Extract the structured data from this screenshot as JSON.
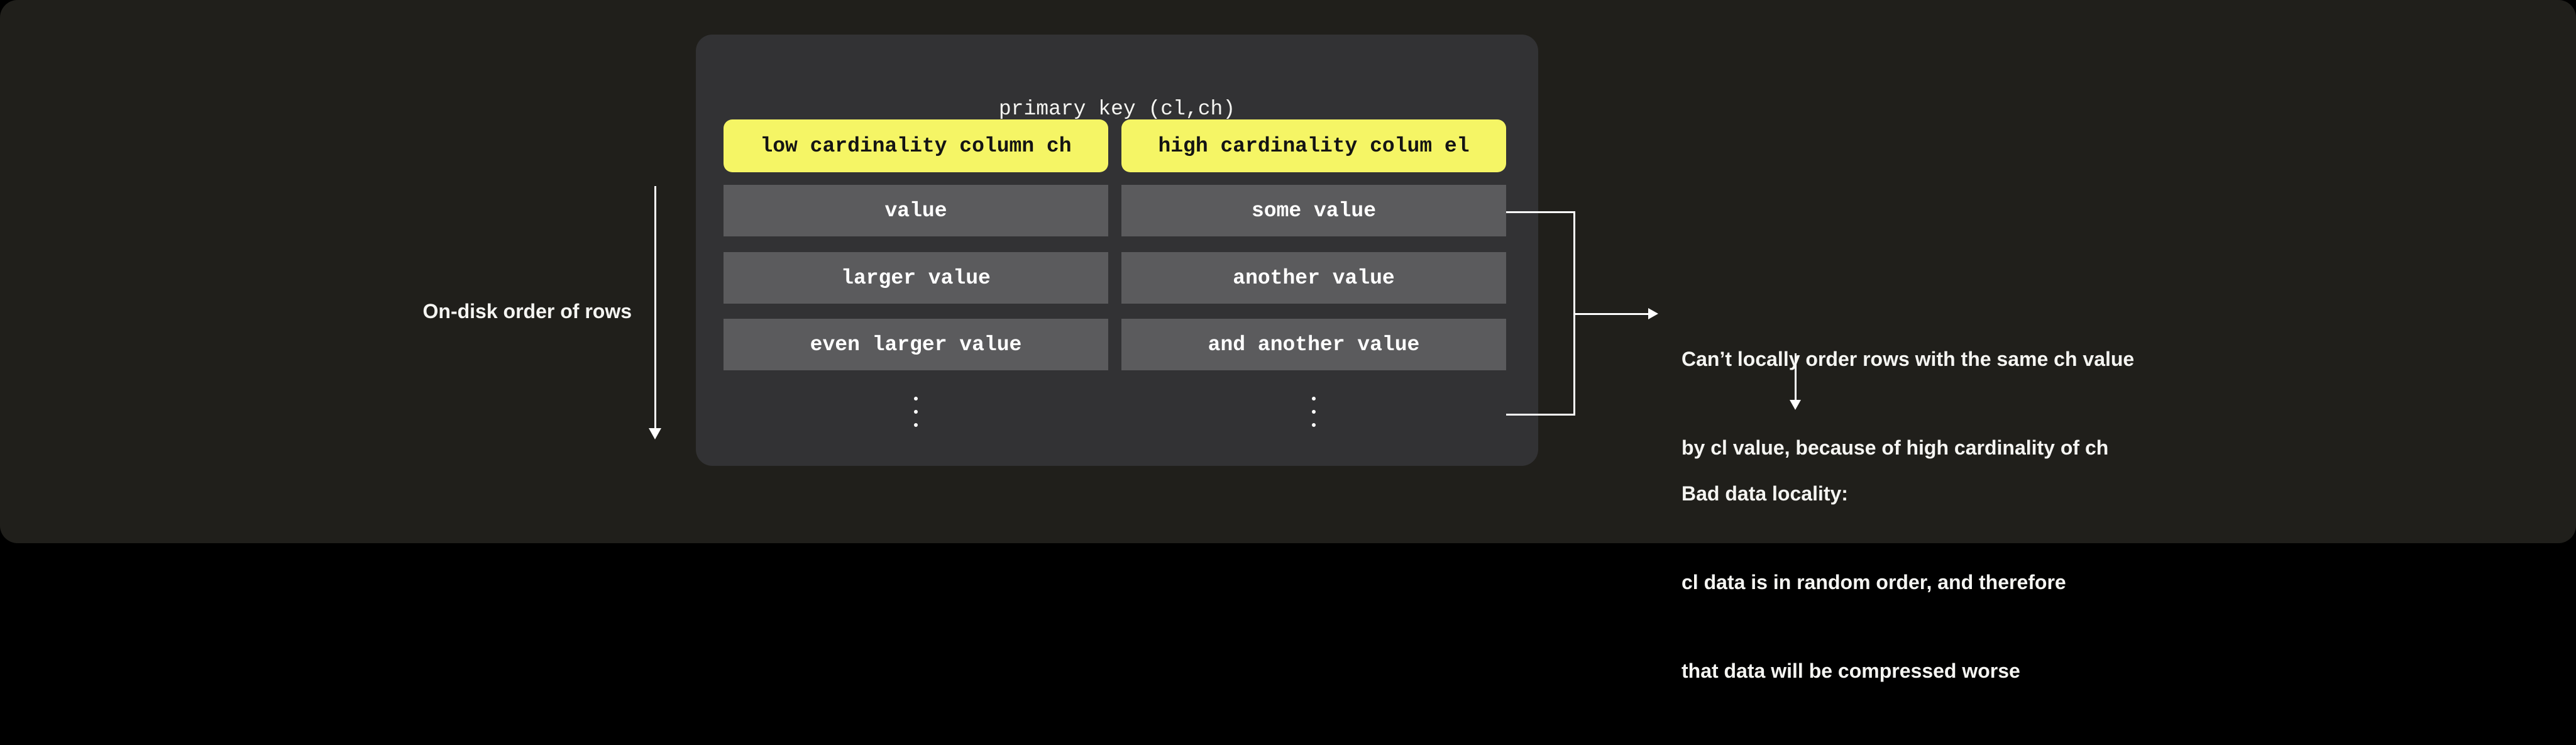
{
  "colors": {
    "page": "#000000",
    "card_bg": "#201f1b",
    "panel_bg": "#323234",
    "cell_bg": "#5b5b5d",
    "accent_yellow": "#f5f565",
    "text_light": "#f5f5f2",
    "text_dark": "#141414",
    "line": "#ffffff"
  },
  "panel": {
    "title": "primary key (cl,ch)",
    "columns": [
      {
        "header": "low cardinality column ch",
        "rows": [
          "value",
          "larger value",
          "even larger value"
        ]
      },
      {
        "header": "high cardinality colum el",
        "rows": [
          "some value",
          "another value",
          "and another value"
        ]
      }
    ]
  },
  "left_annotation": {
    "label": "On-disk order of rows"
  },
  "right_annotations": {
    "note1_line1": "Can’t locally order rows with the same ch value",
    "note1_line2": "by cl value, because of high cardinality of ch",
    "note2_line1": "Bad data locality:",
    "note2_line2": "cl data is in random order, and therefore",
    "note2_line3": "that data will be compressed worse"
  }
}
